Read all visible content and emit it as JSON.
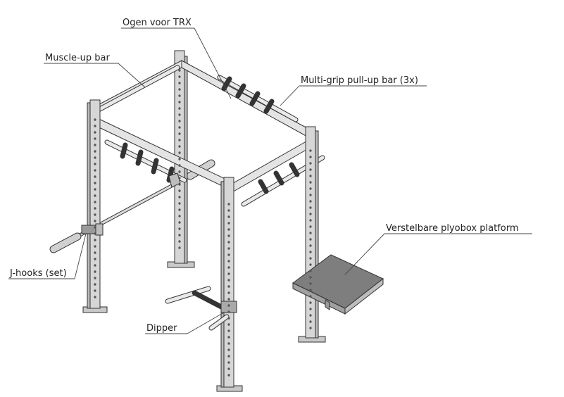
{
  "labels": {
    "trx": "Ogen voor TRX",
    "muscle_up": "Muscle-up bar",
    "multi_grip": "Multi-grip pull-up bar (3x)",
    "plyobox": "Verstelbare plyobox platform",
    "jhooks": "J-hooks (set)",
    "dipper": "Dipper"
  },
  "colors": {
    "steel": "#d6d6d6",
    "steel_dark": "#b9b9b9",
    "outline": "#333333",
    "platform": "#7e7e7e",
    "text": "#222222"
  }
}
